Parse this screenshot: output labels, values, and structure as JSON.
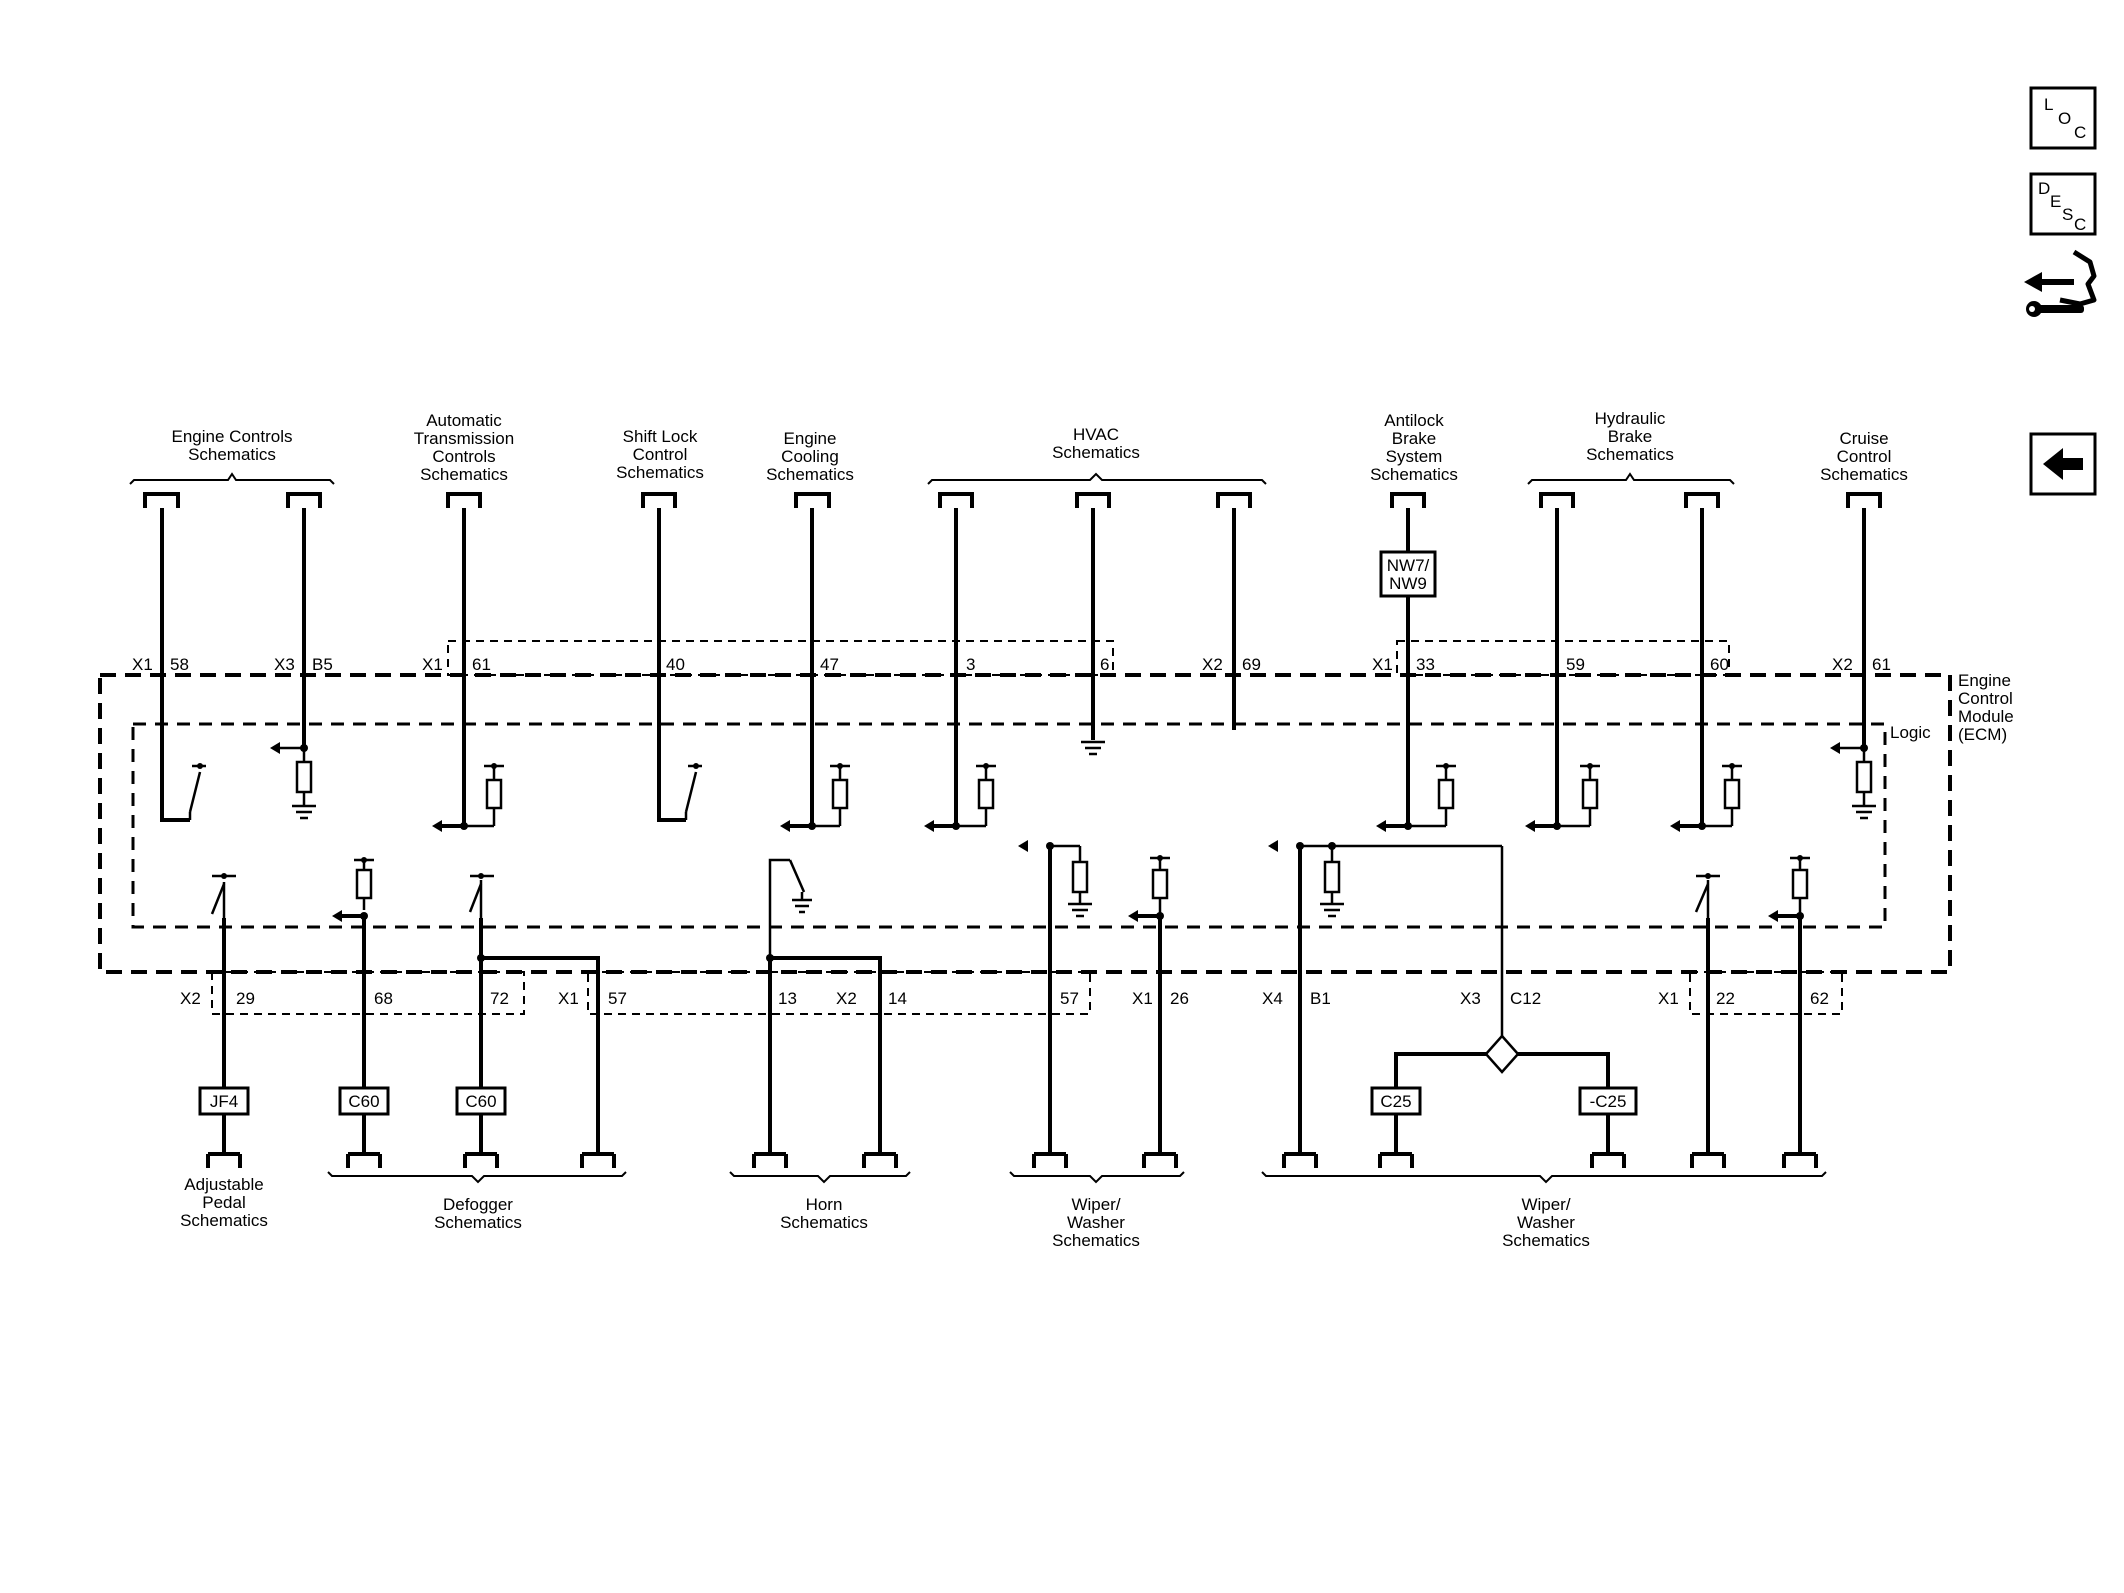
{
  "module": {
    "name_lines": [
      "Engine",
      "Control",
      "Module",
      "(ECM)"
    ],
    "logic_label": "Logic"
  },
  "nav": {
    "loc_letters": [
      "L",
      "O",
      "C"
    ],
    "desc_letters": [
      "D",
      "E",
      "S",
      "C"
    ]
  },
  "top_groups": [
    {
      "lines": [
        "Engine Controls",
        "Schematics"
      ]
    },
    {
      "lines": [
        "Automatic",
        "Transmission",
        "Controls",
        "Schematics"
      ]
    },
    {
      "lines": [
        "Shift Lock",
        "Control",
        "Schematics"
      ]
    },
    {
      "lines": [
        "Engine",
        "Cooling",
        "Schematics"
      ]
    },
    {
      "lines": [
        "HVAC",
        "Schematics"
      ]
    },
    {
      "lines": [
        "Antilock",
        "Brake",
        "System",
        "Schematics"
      ]
    },
    {
      "lines": [
        "Hydraulic",
        "Brake",
        "Schematics"
      ]
    },
    {
      "lines": [
        "Cruise",
        "Control",
        "Schematics"
      ]
    }
  ],
  "bottom_groups": [
    {
      "lines": [
        "Adjustable",
        "Pedal",
        "Schematics"
      ]
    },
    {
      "lines": [
        "Defogger",
        "Schematics"
      ]
    },
    {
      "lines": [
        "Horn",
        "Schematics"
      ]
    },
    {
      "lines": [
        "Wiper/",
        "Washer",
        "Schematics"
      ]
    },
    {
      "lines": [
        "Wiper/",
        "Washer",
        "Schematics"
      ]
    }
  ],
  "top_pins": [
    {
      "conn": "X1",
      "pin": "58"
    },
    {
      "conn": "X3",
      "pin": "B5"
    },
    {
      "conn": "X1",
      "pin": "61"
    },
    {
      "conn": "",
      "pin": "40"
    },
    {
      "conn": "",
      "pin": "47"
    },
    {
      "conn": "",
      "pin": "3"
    },
    {
      "conn": "",
      "pin": "6"
    },
    {
      "conn": "X2",
      "pin": "69"
    },
    {
      "conn": "X1",
      "pin": "33"
    },
    {
      "conn": "",
      "pin": "59"
    },
    {
      "conn": "",
      "pin": "60"
    },
    {
      "conn": "X2",
      "pin": "61"
    }
  ],
  "bottom_pins": [
    {
      "conn": "X2",
      "pin": "29"
    },
    {
      "conn": "",
      "pin": "68"
    },
    {
      "conn": "",
      "pin": "72"
    },
    {
      "conn": "X1",
      "pin": "57"
    },
    {
      "conn": "",
      "pin": "13"
    },
    {
      "conn": "X2",
      "pin": "14"
    },
    {
      "conn": "",
      "pin": "57"
    },
    {
      "conn": "X1",
      "pin": "26"
    },
    {
      "conn": "X4",
      "pin": "B1"
    },
    {
      "conn": "X3",
      "pin": "C12"
    },
    {
      "conn": "X1",
      "pin": "22"
    },
    {
      "conn": "",
      "pin": "62"
    }
  ],
  "options": {
    "nw": [
      "NW7/",
      "NW9"
    ],
    "jf4": "JF4",
    "c60_a": "C60",
    "c60_b": "C60",
    "c25": "C25",
    "not_c25": "-C25"
  }
}
